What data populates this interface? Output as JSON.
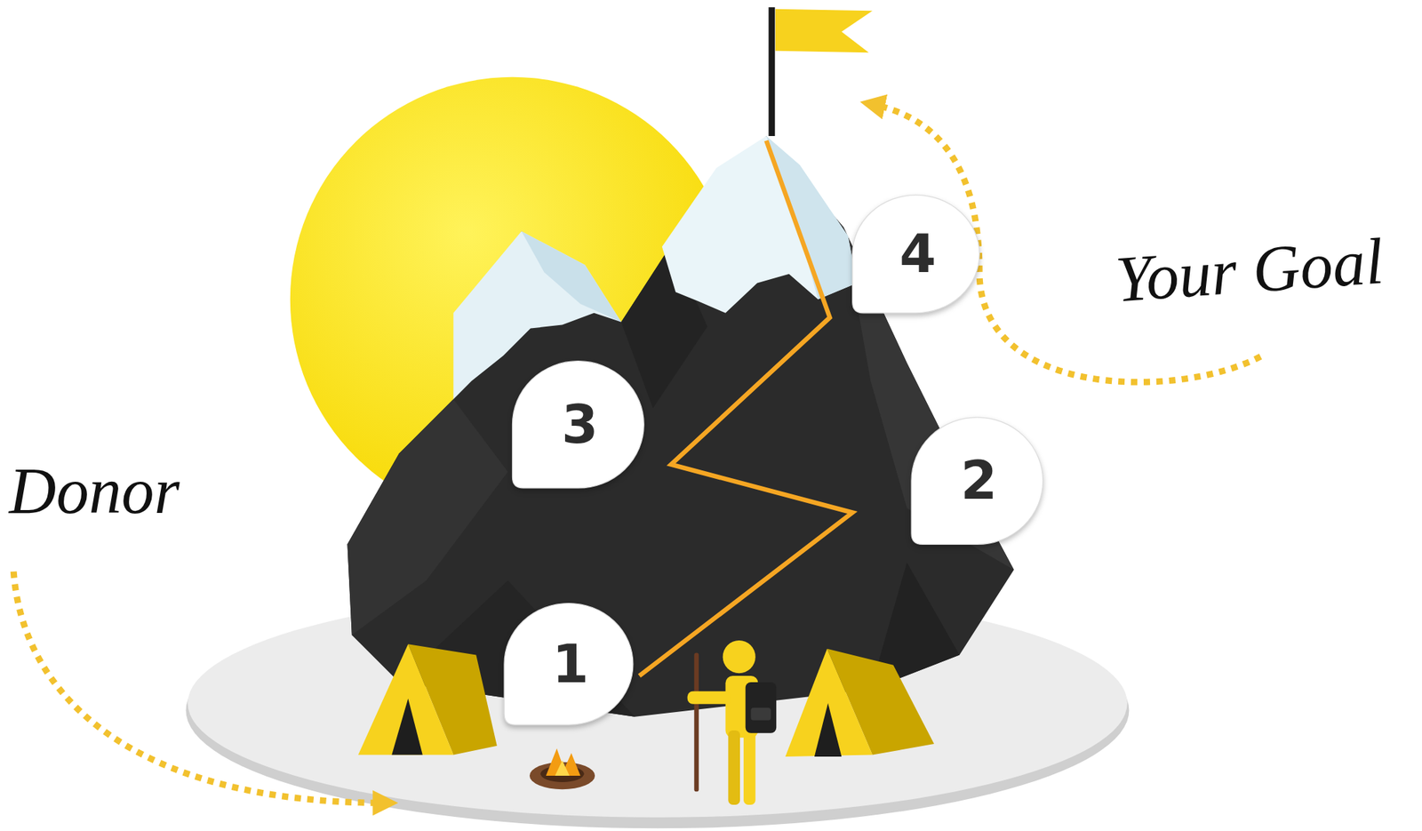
{
  "diagram": {
    "nodes": [
      {
        "text": [
          "1"
        ]
      },
      {
        "text": [
          "2"
        ]
      },
      {
        "text": [
          "3"
        ]
      },
      {
        "text": [
          "4"
        ]
      }
    ],
    "labels": [
      "Donor",
      "Your Goal"
    ]
  }
}
